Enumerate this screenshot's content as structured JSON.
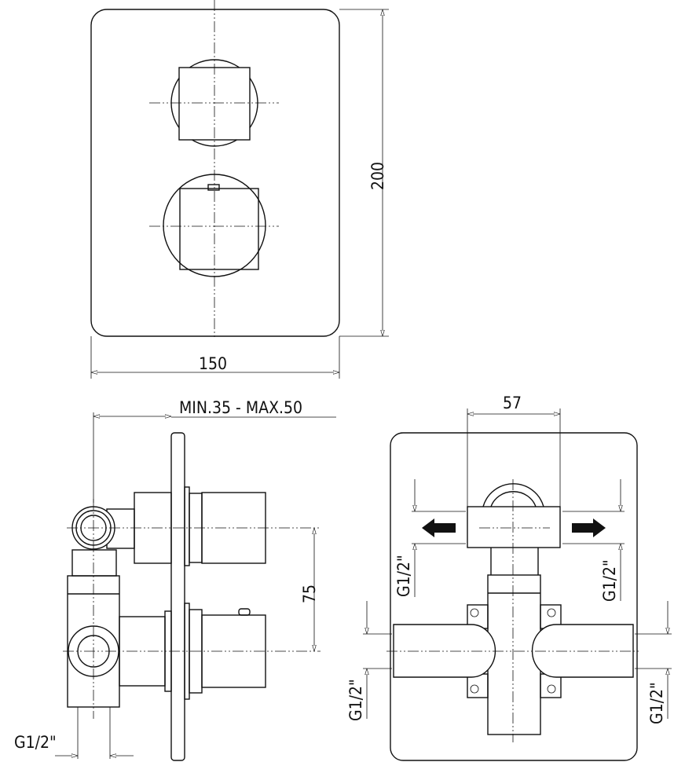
{
  "front_view": {
    "width_label": "150",
    "height_label": "200"
  },
  "side_view": {
    "depth_label": "MIN.35 - MAX.50",
    "spacing_label": "75",
    "inlet_label": "G1/2\""
  },
  "rear_view": {
    "width_label": "57",
    "outlet_left_label": "G1/2\"",
    "outlet_right_label": "G1/2\"",
    "inlet_left_label": "G1/2\"",
    "inlet_right_label": "G1/2\""
  }
}
